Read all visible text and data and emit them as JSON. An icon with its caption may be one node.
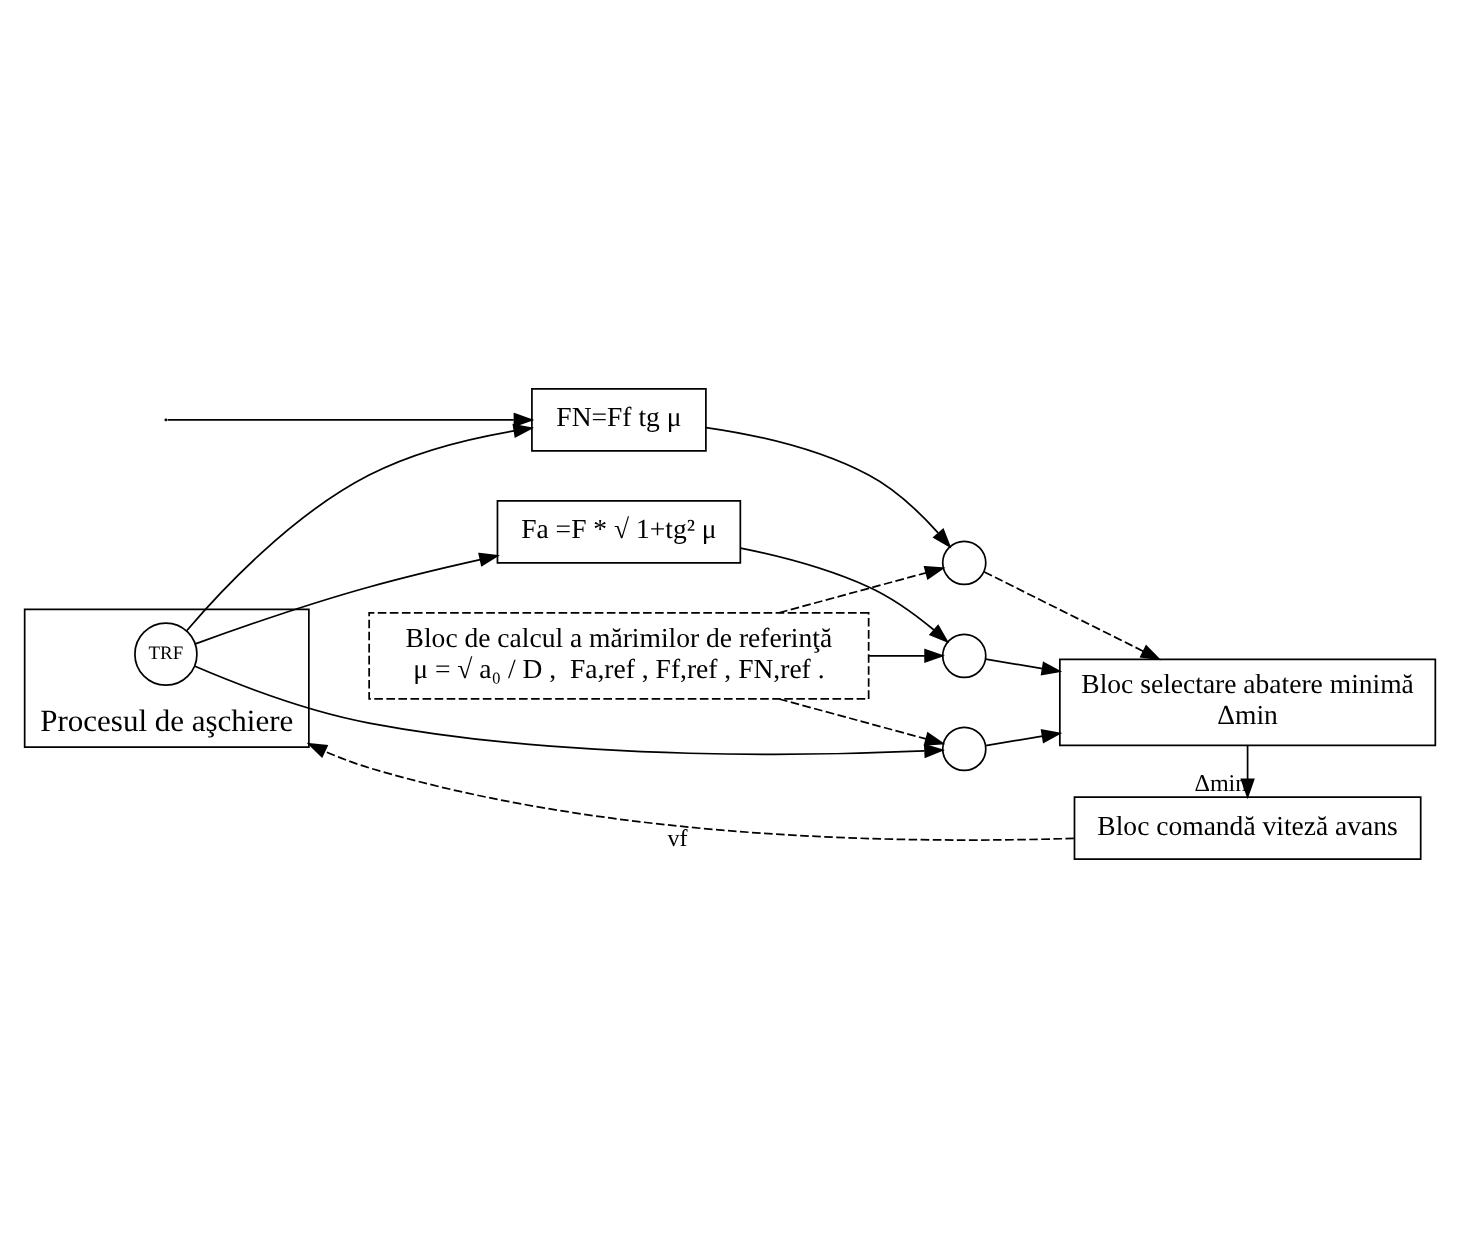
{
  "diagram": {
    "nodes": [
      {
        "text": [
          "Bloc de calcul a mărimilor de referinţă",
          "μ = √ a₀ / D ,  Fa,ref , Ff,ref , FN,ref ."
        ]
      },
      {
        "text": [
          "Procesul de aşchiere"
        ]
      },
      {
        "text": [
          "TRF"
        ],
        "in": 1
      },
      {
        "text": [
          "FN=Ff tg μ"
        ]
      },
      {
        "text": [
          "Fa =F * √ 1+tg² μ"
        ]
      },
      {
        "text": [],
        "shape": "circle"
      },
      {
        "text": [],
        "shape": "circle"
      },
      {
        "text": [],
        "shape": "circle"
      },
      {
        "text": [
          "Bloc selectare abatere minimă",
          "Δmin"
        ]
      },
      {
        "text": [
          "Bloc comandă viteză avans"
        ]
      }
    ],
    "edges": [
      {
        "from": 2,
        "to": 3,
        "arrow": "to"
      },
      {
        "from": 2,
        "to": 4,
        "arrow": "to"
      },
      {
        "from": 2,
        "to": 7,
        "arrow": "to"
      },
      {
        "from": null,
        "to": 3,
        "arrow": "to"
      },
      {
        "from": 0,
        "to": 5,
        "arrow": "to",
        "style": "dashed"
      },
      {
        "from": 0,
        "to": 6,
        "arrow": "to"
      },
      {
        "from": 0,
        "to": 7,
        "arrow": "to",
        "style": "dashed"
      },
      {
        "from": 3,
        "to": 5,
        "arrow": "to"
      },
      {
        "from": 4,
        "to": 6,
        "arrow": "to"
      },
      {
        "from": 5,
        "to": 8,
        "arrow": "to",
        "style": "dashed"
      },
      {
        "from": 6,
        "to": 8,
        "arrow": "to"
      },
      {
        "from": 7,
        "to": 8,
        "arrow": "to"
      },
      {
        "from": 8,
        "to": 9,
        "arrow": "to",
        "label": "Δmin"
      },
      {
        "from": 9,
        "to": 1,
        "arrow": "to",
        "label": "vf",
        "style": "dashed"
      }
    ]
  }
}
